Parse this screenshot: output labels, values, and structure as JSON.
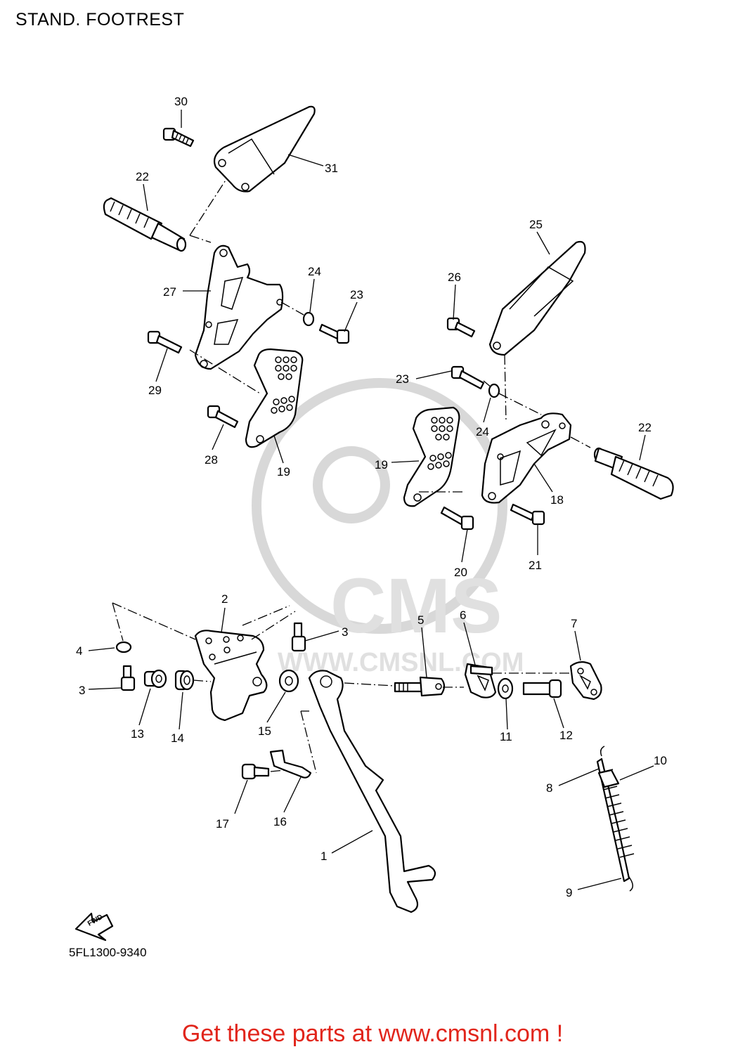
{
  "title": "STAND. FOOTREST",
  "reference_code": "5FL1300-9340",
  "fwd_label": "FWD",
  "watermark": {
    "logo_text": "CMS",
    "url_text": "WWW.CMSNL.COM"
  },
  "cta": {
    "text": "Get these parts at www.cmsnl.com !",
    "color": "#e1251b"
  },
  "part_labels": [
    "1",
    "2",
    "3",
    "4",
    "5",
    "6",
    "7",
    "8",
    "9",
    "10",
    "11",
    "12",
    "13",
    "14",
    "15",
    "16",
    "17",
    "18",
    "19",
    "20",
    "21",
    "22",
    "23",
    "24",
    "25",
    "26",
    "27",
    "28",
    "29",
    "30",
    "31"
  ]
}
